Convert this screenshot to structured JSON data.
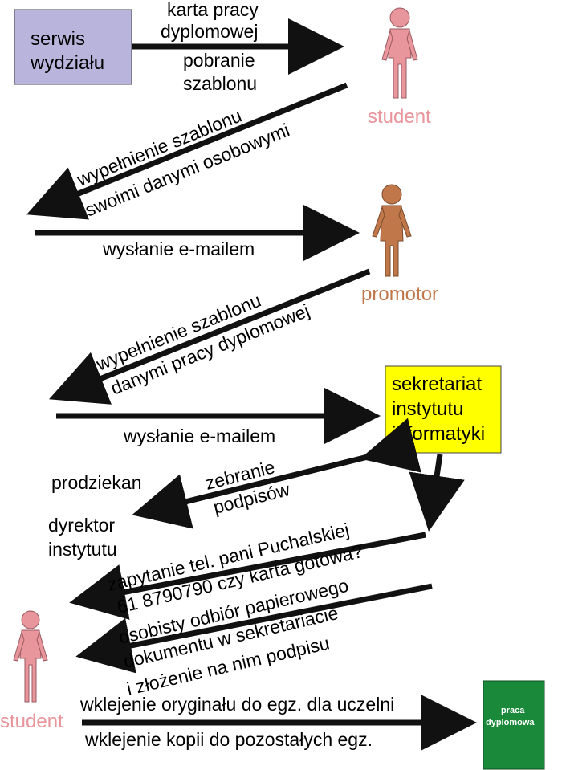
{
  "nodes": {
    "serwis": {
      "line1": "serwis",
      "line2": "wydziału"
    },
    "student_top": "student",
    "promotor": "promotor",
    "sekretariat": {
      "line1": "sekretariat",
      "line2": "instytutu",
      "line3": "informatyki"
    },
    "prodziekan": "prodziekan",
    "dyrektor": {
      "line1": "dyrektor",
      "line2": "instytutu"
    },
    "student_bottom": "student",
    "praca": {
      "line1": "praca",
      "line2": "dyplomowa"
    }
  },
  "edges": {
    "karta": {
      "line1": "karta pracy",
      "line2": "dyplomowej"
    },
    "pobranie": {
      "line1": "pobranie",
      "line2": "szablonu"
    },
    "wypelnienie1": {
      "line1": "wypełnienie szablonu",
      "line2": "swoimi danymi osobowymi"
    },
    "wyslanie1": "wysłanie e-mailem",
    "wypelnienie2": {
      "line1": "wypełnienie szablonu",
      "line2": "danymi pracy dyplomowej"
    },
    "wyslanie2": "wysłanie e-mailem",
    "zebranie": {
      "line1": "zebranie",
      "line2": "podpisów"
    },
    "zapytanie": {
      "line1": "zapytanie tel. pani Puchalskiej",
      "line2": "61 8790790 czy karta gotowa?"
    },
    "odbior": {
      "line1": "osobisty odbiór papierowego",
      "line2": "dokumentu w sekretariacie",
      "line3": "i złożenie na nim podpisu"
    },
    "wklejenie": {
      "line1": "wklejenie oryginału do egz. dla uczelni",
      "line2": "wklejenie kopii do pozostałych egz."
    }
  },
  "colors": {
    "serwis_box": "#b9b4dc",
    "sekretariat_box": "#ffff00",
    "praca_box": "#1a8a3a",
    "student": "#e8959b",
    "promotor": "#c0784a",
    "arrow": "#111111"
  }
}
